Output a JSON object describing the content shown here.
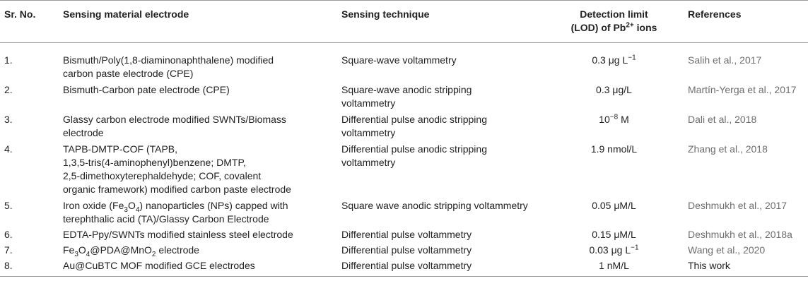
{
  "header": {
    "sr_no": "Sr. No.",
    "material": "Sensing material electrode",
    "technique": "Sensing technique",
    "lod_line1": "Detection limit",
    "lod_line2_pre": "(LOD) of Pb",
    "lod_line2_sup": "2+",
    "lod_line2_post": " ions",
    "references": "References"
  },
  "rows": [
    {
      "sr": "1.",
      "material_lines": [
        "Bismuth/Poly(1,8-diaminonaphthalene) modified",
        "carbon paste electrode (CPE)"
      ],
      "technique_lines": [
        "Square-wave voltammetry"
      ],
      "lod_pre": "0.3 μg L",
      "lod_sup": "−1",
      "lod_post": "",
      "reference": "Salih et al., 2017"
    },
    {
      "sr": "2.",
      "material_lines": [
        "Bismuth-Carbon pate electrode (CPE)"
      ],
      "technique_lines": [
        "Square-wave anodic stripping",
        "voltammetry"
      ],
      "lod_pre": "0.3 μg/L",
      "lod_sup": "",
      "lod_post": "",
      "reference": "Martín-Yerga et al., 2017"
    },
    {
      "sr": "3.",
      "material_lines": [
        "Glassy carbon electrode modified SWNTs/Biomass",
        "electrode"
      ],
      "technique_lines": [
        "Differential pulse anodic stripping",
        "voltammetry"
      ],
      "lod_pre": "10",
      "lod_sup": "−8",
      "lod_post": " M",
      "reference": "Dali et al., 2018"
    },
    {
      "sr": "4.",
      "material_lines": [
        "TAPB-DMTP-COF (TAPB,",
        "1,3,5-tris(4-aminophenyl)benzene; DMTP,",
        "2,5-dimethoxyterephaldehyde; COF, covalent",
        "organic framework) modified carbon paste electrode"
      ],
      "technique_lines": [
        "Differential pulse anodic stripping",
        "voltammetry"
      ],
      "lod_pre": "1.9 nmol/L",
      "lod_sup": "",
      "lod_post": "",
      "reference": "Zhang et al., 2018"
    },
    {
      "sr": "5.",
      "material_l1_pre": "Iron oxide (Fe",
      "material_l1_sub1": "3",
      "material_l1_mid": "O",
      "material_l1_sub2": "4",
      "material_l1_post": ") nanoparticles (NPs) capped with",
      "material_l2": "terephthalic acid (TA)/Glassy Carbon Electrode",
      "technique_lines": [
        "Square wave anodic stripping voltammetry"
      ],
      "lod_pre": "0.05 μM/L",
      "lod_sup": "",
      "lod_post": "",
      "reference": "Deshmukh et al., 2017"
    },
    {
      "sr": "6.",
      "material_lines": [
        "EDTA-Ppy/SWNTs modified stainless steel electrode"
      ],
      "technique_lines": [
        "Differential pulse voltammetry"
      ],
      "lod_pre": "0.15 μM/L",
      "lod_sup": "",
      "lod_post": "",
      "reference": "Deshmukh et al., 2018a"
    },
    {
      "sr": "7.",
      "material_p1": "Fe",
      "material_s1": "3",
      "material_p2": "O",
      "material_s2": "4",
      "material_p3": "@PDA@MnO",
      "material_s3": "2",
      "material_p4": " electrode",
      "technique_lines": [
        "Differential pulse voltammetry"
      ],
      "lod_pre": "0.03 μg L",
      "lod_sup": "−1",
      "lod_post": "",
      "reference": "Wang et al., 2020"
    },
    {
      "sr": "8.",
      "material_lines": [
        "Au@CuBTC MOF modified GCE electrodes"
      ],
      "technique_lines": [
        "Differential pulse voltammetry"
      ],
      "lod_pre": "1 nM/L",
      "lod_sup": "",
      "lod_post": "",
      "reference": "This work"
    }
  ]
}
